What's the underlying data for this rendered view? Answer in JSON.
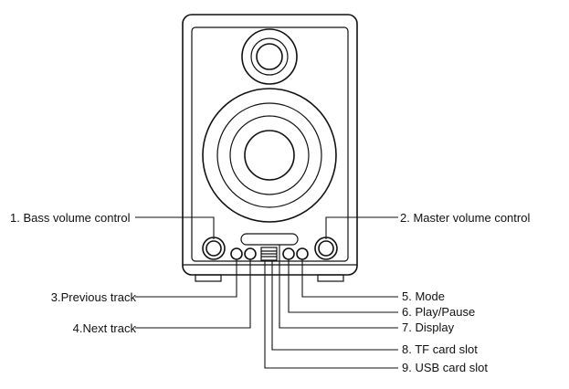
{
  "labels": {
    "bass_volume": "1. Bass volume control",
    "master_volume": "2. Master volume control",
    "previous_track": "3.Previous track",
    "next_track": "4.Next track",
    "mode": "5. Mode",
    "play_pause": "6. Play/Pause",
    "display": "7. Display",
    "tf_card_slot": "8. TF card slot",
    "usb_card_slot": "9. USB card slot"
  }
}
